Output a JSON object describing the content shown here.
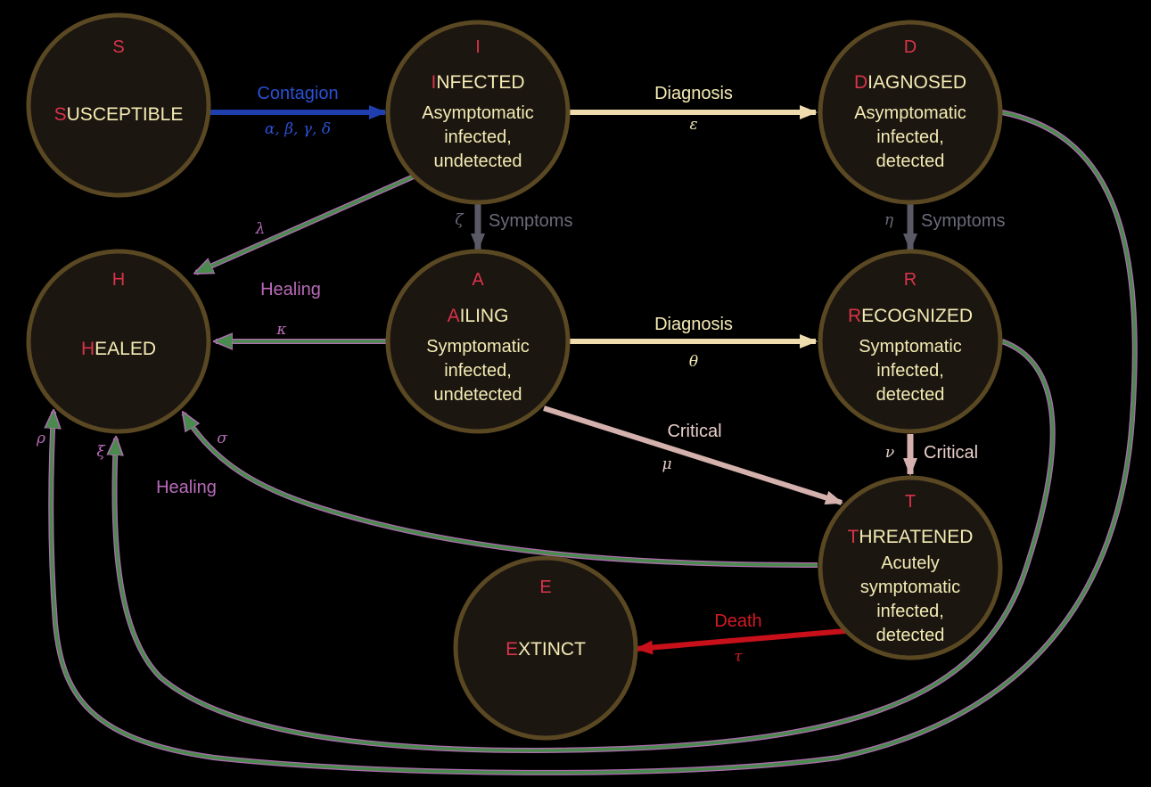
{
  "colors": {
    "background": "#000000",
    "node_fill": "#1b1610",
    "node_stroke": "#5a4823",
    "state_letter": "#d8334a",
    "state_text": "#f5ebb4",
    "contagion": "#1f3fae",
    "diagnosis": "#eedcae",
    "symptoms": "#5a5a66",
    "critical": "#d4b1ac",
    "death": "#c8101a",
    "healing_outline": "#b06db0",
    "healing_fill": "#4a8a4e"
  },
  "nodes": {
    "S": {
      "letter": "S",
      "first": "S",
      "rest": "USCEPTIBLE",
      "desc": []
    },
    "I": {
      "letter": "I",
      "first": "I",
      "rest": "NFECTED",
      "desc": [
        "Asymptomatic",
        "infected,",
        "undetected"
      ]
    },
    "D": {
      "letter": "D",
      "first": "D",
      "rest": "IAGNOSED",
      "desc": [
        "Asymptomatic",
        "infected,",
        "detected"
      ]
    },
    "H": {
      "letter": "H",
      "first": "H",
      "rest": "EALED",
      "desc": []
    },
    "A": {
      "letter": "A",
      "first": "A",
      "rest": "ILING",
      "desc": [
        "Symptomatic",
        "infected,",
        "undetected"
      ]
    },
    "R": {
      "letter": "R",
      "first": "R",
      "rest": "ECOGNIZED",
      "desc": [
        "Symptomatic",
        "infected,",
        "detected"
      ]
    },
    "T": {
      "letter": "T",
      "first": "T",
      "rest": "HREATENED",
      "desc": [
        "Acutely",
        "symptomatic",
        "infected,",
        "detected"
      ]
    },
    "E": {
      "letter": "E",
      "first": "E",
      "rest": "XTINCT",
      "desc": []
    }
  },
  "edges": {
    "contagion": {
      "label": "Contagion",
      "params": "α, β, γ, δ"
    },
    "diagnosis_id": {
      "label": "Diagnosis",
      "param": "ε"
    },
    "diagnosis_ar": {
      "label": "Diagnosis",
      "param": "θ"
    },
    "symptoms_ia": {
      "label": "Symptoms",
      "param": "ζ"
    },
    "symptoms_dr": {
      "label": "Symptoms",
      "param": "η"
    },
    "critical_at": {
      "label": "Critical",
      "param": "μ"
    },
    "critical_rt": {
      "label": "Critical",
      "param": "ν"
    },
    "death": {
      "label": "Death",
      "param": "τ"
    },
    "healing_upper": {
      "label": "Healing"
    },
    "healing_lower": {
      "label": "Healing"
    },
    "heal_i": {
      "param": "λ"
    },
    "heal_a": {
      "param": "κ"
    },
    "heal_d": {
      "param": "ρ"
    },
    "heal_r": {
      "param": "ξ"
    },
    "heal_t": {
      "param": "σ"
    }
  }
}
